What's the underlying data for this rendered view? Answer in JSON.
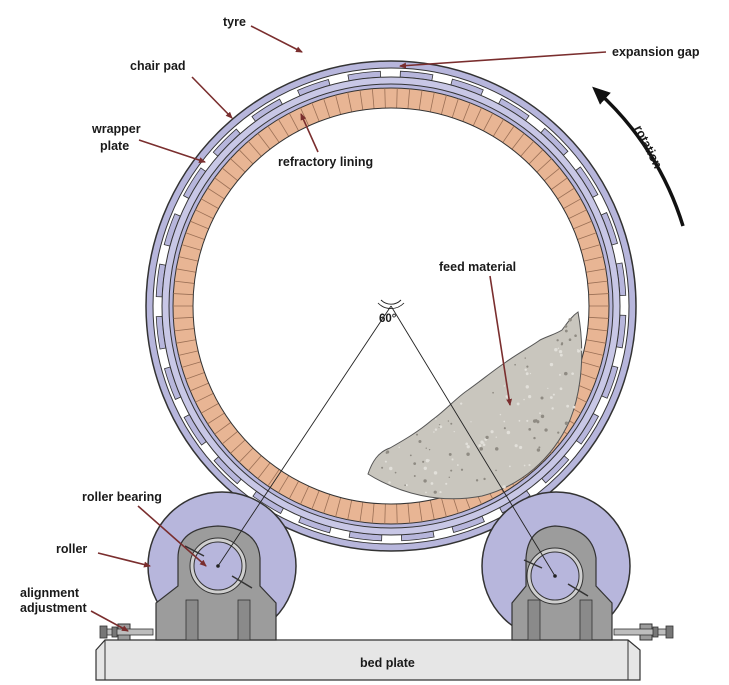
{
  "labels": {
    "tyre": "tyre",
    "expansion_gap": "expansion gap",
    "chair_pad": "chair pad",
    "wrapper_plate_line1": "wrapper",
    "wrapper_plate_line2": "plate",
    "refractory_lining": "refractory lining",
    "rotation": "rotation",
    "feed_material": "feed material",
    "angle": "60°",
    "roller_bearing": "roller bearing",
    "roller": "roller",
    "alignment_adjustment_line1": "alignment",
    "alignment_adjustment_line2": "adjustment",
    "bed_plate": "bed plate"
  },
  "colors": {
    "tyre": "#b7b6dc",
    "brick": "#e8b594",
    "brick_joint": "#9a6f55",
    "feed": "#c9c6be",
    "steel": "#9c9c9c",
    "bed": "#e6e6e6",
    "leader": "#7a2e2e",
    "outline": "#333333"
  }
}
